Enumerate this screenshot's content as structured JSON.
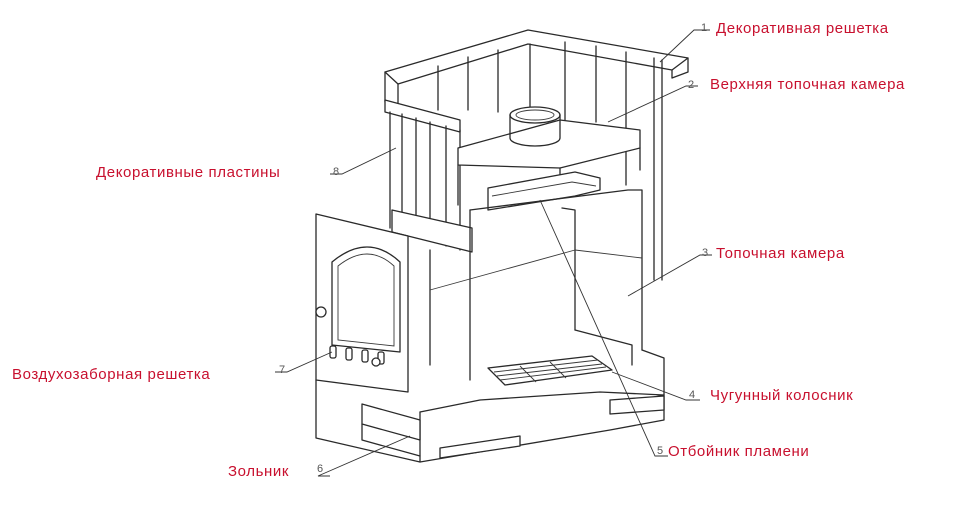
{
  "callouts": [
    {
      "num": "1",
      "label": "Декоративная  решетка"
    },
    {
      "num": "2",
      "label": "Верхняя  топочная  камера"
    },
    {
      "num": "3",
      "label": "Топочная  камера"
    },
    {
      "num": "4",
      "label": "Чугунный  колосник"
    },
    {
      "num": "5",
      "label": "Отбойник  пламени"
    },
    {
      "num": "6",
      "label": "Зольник"
    },
    {
      "num": "7",
      "label": "Воздухозаборная  решетка"
    },
    {
      "num": "8",
      "label": "Декоративные  пластины"
    }
  ]
}
